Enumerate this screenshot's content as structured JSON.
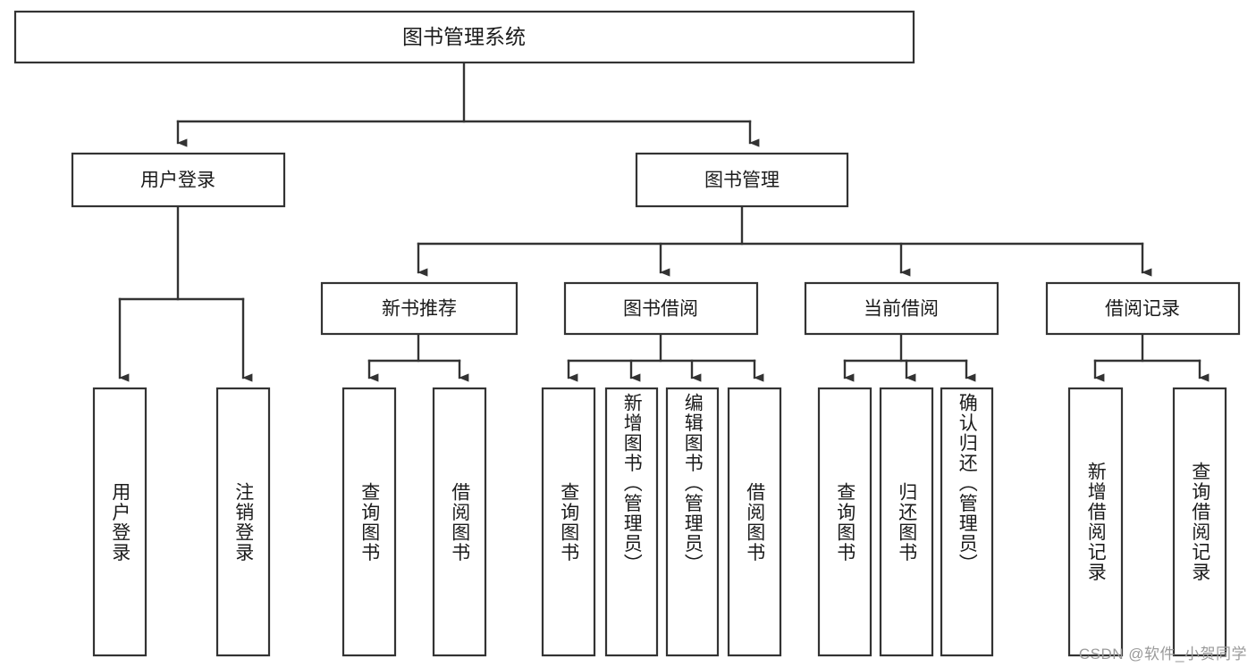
{
  "diagram": {
    "type": "tree",
    "title": "图书管理系统",
    "orientation": "top-down",
    "colors": {
      "box_stroke": "#333333",
      "box_fill": "#ffffff",
      "line": "#333333",
      "text": "#1b1b1b",
      "watermark": "#9a9a9a",
      "background": "#ffffff"
    },
    "root": {
      "label": "图书管理系统"
    },
    "level2": [
      {
        "label": "用户登录"
      },
      {
        "label": "图书管理"
      }
    ],
    "level3": [
      {
        "label": "新书推荐"
      },
      {
        "label": "图书借阅"
      },
      {
        "label": "当前借阅"
      },
      {
        "label": "借阅记录"
      }
    ],
    "leaves": {
      "user_login": [
        {
          "label": "用户登录"
        },
        {
          "label": "注销登录"
        }
      ],
      "new_book_recommend": [
        {
          "label": "查询图书"
        },
        {
          "label": "借阅图书"
        }
      ],
      "book_borrow": [
        {
          "label": "查询图书"
        },
        {
          "label": "新增图书（管理员）"
        },
        {
          "label": "编辑图书（管理员）"
        },
        {
          "label": "借阅图书"
        }
      ],
      "current_borrow": [
        {
          "label": "查询图书"
        },
        {
          "label": "归还图书"
        },
        {
          "label": "确认归还（管理员）"
        }
      ],
      "borrow_record": [
        {
          "label": "新增借阅记录"
        },
        {
          "label": "查询借阅记录"
        }
      ]
    },
    "watermark": "CSDN @软件_小贺同学"
  }
}
